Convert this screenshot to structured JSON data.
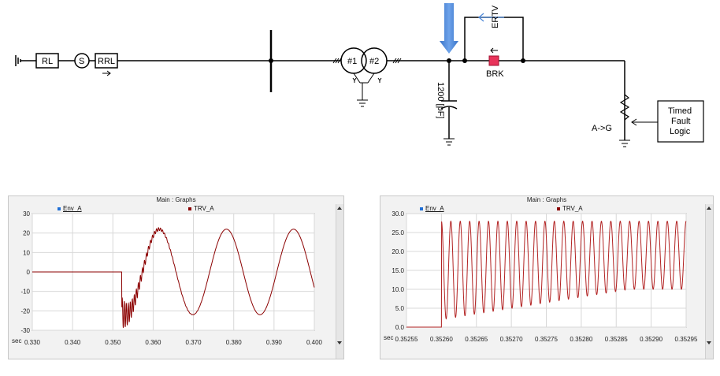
{
  "schematic": {
    "labels": {
      "rl": "RL",
      "source": "S",
      "rrl": "RRL",
      "winding1": "#1",
      "winding2": "#2",
      "capacitor": "1200 [pF]",
      "breaker": "BRK",
      "ertv": "ERTV",
      "fault": "A->G",
      "logic": [
        "Timed",
        "Fault",
        "Logic"
      ]
    },
    "colors": {
      "line": "#000000",
      "arrow": "#4a86d8",
      "breaker": "#e8335a",
      "ertv": "#4a86d8"
    }
  },
  "chart_data": [
    {
      "type": "line",
      "title": "Main : Graphs",
      "series": [
        {
          "name": "Env_A",
          "color": "#1f6fd6",
          "values": []
        },
        {
          "name": "TRV_A",
          "color": "#8b0000",
          "model": {
            "zero_until": 0.3522,
            "amplitude": 22,
            "frequency_hz": 60,
            "decay_osc": 8
          }
        }
      ],
      "xlabel": "sec",
      "xlim": [
        0.33,
        0.4
      ],
      "ylim": [
        -30,
        30
      ],
      "xticks": [
        "0.330",
        "0.340",
        "0.350",
        "0.360",
        "0.370",
        "0.380",
        "0.390",
        "0.400"
      ],
      "yticks": [
        "30",
        "20",
        "10",
        "0",
        "-10",
        "-20",
        "-30"
      ],
      "grid": true
    },
    {
      "type": "line",
      "title": "Main : Graphs",
      "series": [
        {
          "name": "Env_A",
          "color": "#1f6fd6",
          "values": []
        },
        {
          "name": "TRV_A",
          "color": "#b22222",
          "model": {
            "zero_until": 0.3526,
            "peak": 28,
            "trough_start": 2,
            "trough_end": 10,
            "oscillations": 26
          }
        }
      ],
      "xlabel": "sec",
      "xlim": [
        0.35255,
        0.35295
      ],
      "ylim": [
        0,
        30
      ],
      "xticks": [
        "0.35255",
        "0.35260",
        "0.35265",
        "0.35270",
        "0.35275",
        "0.35280",
        "0.35285",
        "0.35290",
        "0.35295"
      ],
      "yticks": [
        "30.0",
        "25.0",
        "20.0",
        "15.0",
        "10.0",
        "5.0",
        "0.0"
      ],
      "grid": true
    }
  ]
}
